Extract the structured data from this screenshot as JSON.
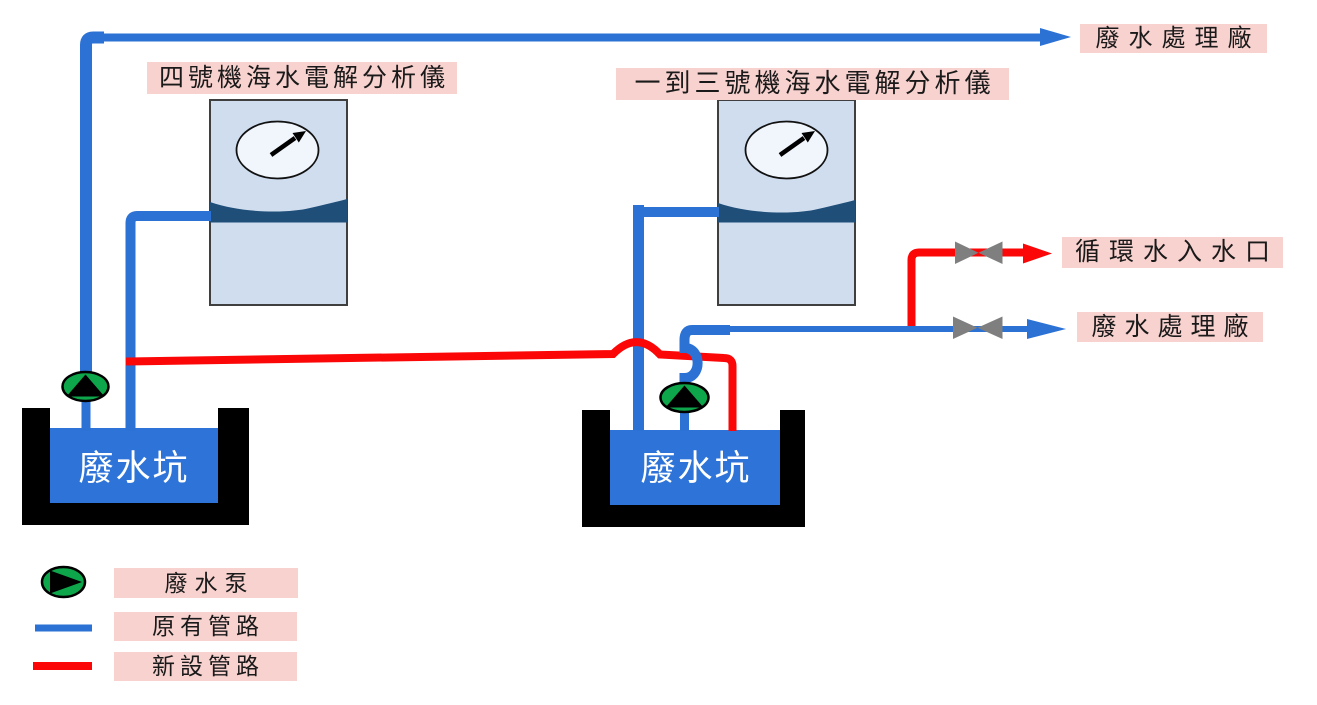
{
  "diagram": {
    "labels": {
      "treatment_plant_top": "廢水處理廠",
      "analyzer_unit4": "四號機海水電解分析儀",
      "analyzer_unit1to3": "一到三號機海水電解分析儀",
      "circulating_water_inlet": "循環水入水口",
      "treatment_plant_right": "廢水處理廠",
      "pit_left": "廢水坑",
      "pit_right": "廢水坑"
    },
    "legend": {
      "items": [
        {
          "icon": "pump-icon",
          "label": "廢水泵"
        },
        {
          "icon": "existing-pipe-swatch",
          "label": "原有管路"
        },
        {
          "icon": "new-pipe-swatch",
          "label": "新設管路"
        }
      ]
    },
    "colors": {
      "pipe_blue": "#2B72D4",
      "pipe_red": "#FB0707",
      "label_bg": "#F8D2CF",
      "water_blue": "#2E74D8",
      "pump_green": "#0EA64A",
      "valve_gray": "#7F7F7F",
      "analyzer_fill": "#CFDDEF",
      "analyzer_band": "#1F4E79",
      "dial_fill": "#F0F6FC",
      "pit_black": "#000000",
      "text_ink": "#1A1A1A"
    }
  }
}
